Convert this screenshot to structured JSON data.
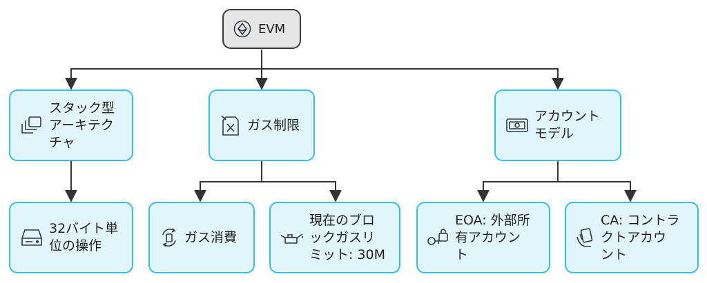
{
  "colors": {
    "root_fill": "#e6e6e6",
    "root_stroke": "#3a3a3a",
    "node_fill": "#e3f5fc",
    "node_stroke": "#2ec1ec",
    "edge": "#333333",
    "icon": "#2f3a44"
  },
  "nodes": {
    "evm": {
      "label": "EVM",
      "icon": "evm-logo-icon"
    },
    "stack": {
      "label": "スタック型\nアーキテク\nチャ",
      "icon": "layers-icon"
    },
    "gas_limit": {
      "label": "ガス制限",
      "icon": "jerrycan-icon"
    },
    "account_model": {
      "label": "アカウント\nモデル",
      "icon": "banknote-icon"
    },
    "word32": {
      "label": "32バイト単\n位の操作",
      "icon": "hard-drive-icon"
    },
    "gas_use": {
      "label": "ガス消費",
      "icon": "fuel-cycle-icon"
    },
    "gas_limit_now": {
      "label": "現在のブロ\nックガスリ\nミット: 30M",
      "icon": "oil-can-icon"
    },
    "eoa": {
      "label": "EOA: 外部所\n有アカウン\nト",
      "icon": "key-lock-icon"
    },
    "ca": {
      "label": "CA: コントラ\nクトアカウ\nント",
      "icon": "contract-hand-icon"
    }
  }
}
